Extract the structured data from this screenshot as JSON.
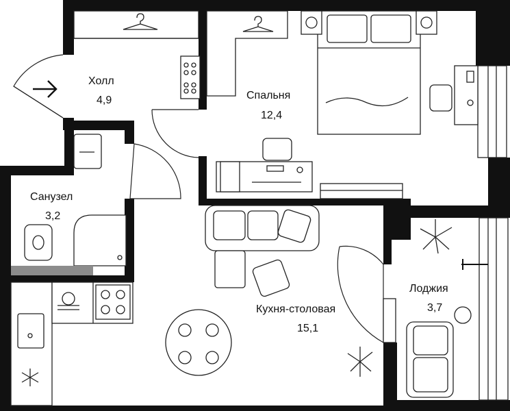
{
  "rooms": {
    "hall": {
      "name": "Холл",
      "area": "4,9"
    },
    "bedroom": {
      "name": "Спальня",
      "area": "12,4"
    },
    "bathroom": {
      "name": "Санузел",
      "area": "3,2"
    },
    "kitchen": {
      "name": "Кухня-столовая",
      "area": "15,1"
    },
    "loggia": {
      "name": "Лоджия",
      "area": "3,7"
    }
  },
  "icons": {
    "entrance": "arrow-right-icon",
    "freezer": "snowflake-icon",
    "hanger": "hanger-icon",
    "plant": "palm-plant-icon"
  },
  "colors": {
    "walls": "#111111",
    "floor": "#ffffff",
    "bath_tile": "#8c8c8c"
  }
}
